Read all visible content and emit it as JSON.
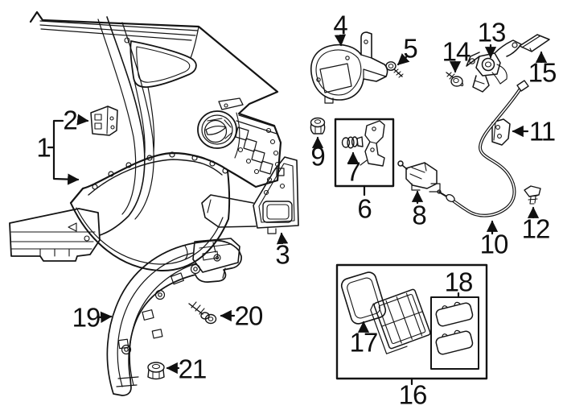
{
  "figure": {
    "background": "#ffffff",
    "line_color": "#141414",
    "label_color": "#101010",
    "callouts": [
      {
        "label": "1"
      },
      {
        "label": "2"
      },
      {
        "label": "3"
      },
      {
        "label": "4"
      },
      {
        "label": "5"
      },
      {
        "label": "6"
      },
      {
        "label": "7"
      },
      {
        "label": "8"
      },
      {
        "label": "9"
      },
      {
        "label": "10"
      },
      {
        "label": "11"
      },
      {
        "label": "12"
      },
      {
        "label": "13"
      },
      {
        "label": "14"
      },
      {
        "label": "15"
      },
      {
        "label": "16"
      },
      {
        "label": "17"
      },
      {
        "label": "18"
      },
      {
        "label": "19"
      },
      {
        "label": "20"
      },
      {
        "label": "21"
      }
    ]
  }
}
